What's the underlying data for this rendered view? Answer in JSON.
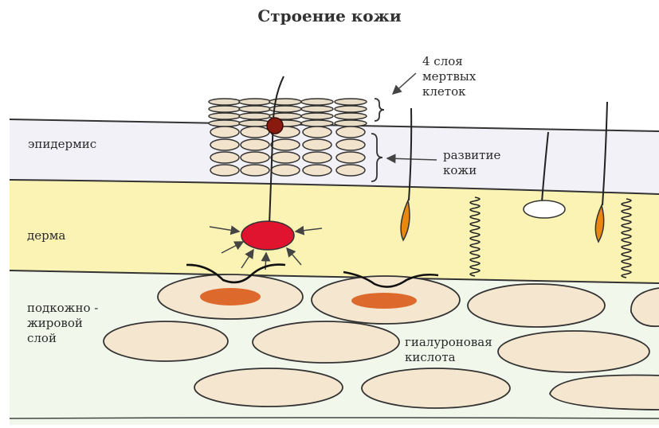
{
  "title": "Строение кожи",
  "layers": {
    "epidermis": "эпидермис",
    "dermis": "дерма",
    "subcutaneous": [
      "подкожно -",
      "жировой",
      "слой"
    ]
  },
  "annotations": {
    "dead_cells": [
      "4 слоя",
      "мертвых",
      "клеток"
    ],
    "development": [
      "развитие",
      "кожи"
    ],
    "hyaluronic": [
      "гиалуроновая",
      "кислота"
    ]
  },
  "colors": {
    "epidermis_band": "#f3f1f8",
    "dermis_band": "#fbf3b4",
    "subcutaneous_band": "#f1f7ea",
    "fat_cell_fill": "#f4e6cf",
    "nucleus": "#dd6a2c",
    "follicle": "#e9870f",
    "red_cell": "#e0142f",
    "melanin_dot": "#8a1a10",
    "outline": "#2b2b2b"
  }
}
